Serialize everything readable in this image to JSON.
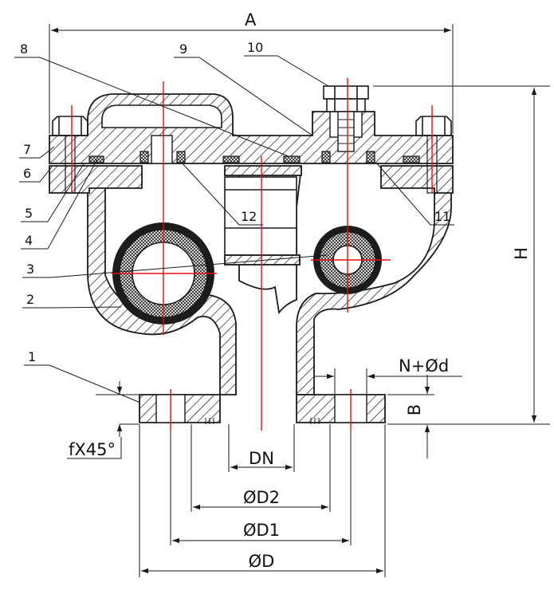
{
  "drawing": {
    "title": "Flanged trap cross-section drawing",
    "colors": {
      "ink": "#1a1a1a",
      "centerline": "#e01010",
      "background": "#ffffff"
    },
    "dimensions": {
      "A": "A",
      "H": "H",
      "B": "B",
      "N_d": "N+Ød",
      "chamfer": "fX45°",
      "DN": "DN",
      "D2": "ØD2",
      "D1": "ØD1",
      "D": "ØD"
    },
    "part_numbers": [
      "1",
      "2",
      "3",
      "4",
      "5",
      "6",
      "7",
      "8",
      "9",
      "10",
      "11",
      "12"
    ]
  }
}
